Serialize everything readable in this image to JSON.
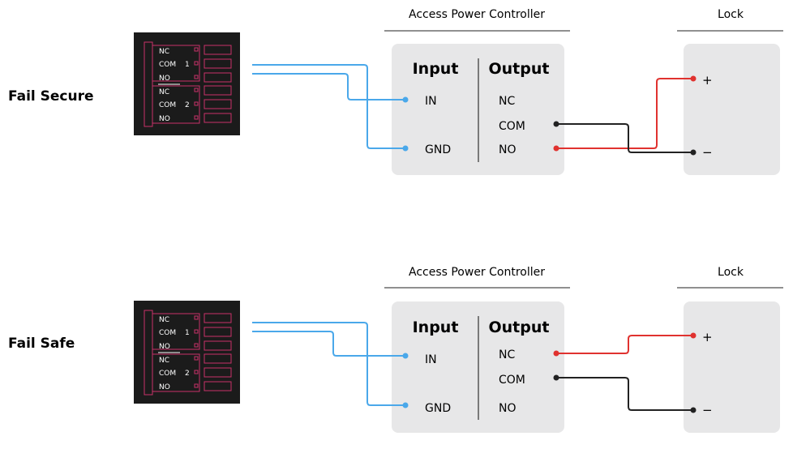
{
  "colors": {
    "blue_wire": "#4aa8ea",
    "red_wire": "#e0322f",
    "black_wire": "#222222",
    "box_fill": "#e7e7e8",
    "relay_bg": "#1b1b1b",
    "relay_pink": "#c8326a"
  },
  "relay_labels": {
    "nc": "NC",
    "com": "COM",
    "no": "NO",
    "group1": "1",
    "group2": "2"
  },
  "diagrams": [
    {
      "mode_label": "Fail Secure",
      "controller_title": "Access Power Controller",
      "lock_title": "Lock",
      "input_header": "Input",
      "output_header": "Output",
      "inputs": [
        "IN",
        "GND"
      ],
      "outputs": [
        "NC",
        "COM",
        "NO"
      ],
      "lock_plus": "+",
      "lock_minus": "−"
    },
    {
      "mode_label": "Fail Safe",
      "controller_title": "Access Power Controller",
      "lock_title": "Lock",
      "input_header": "Input",
      "output_header": "Output",
      "inputs": [
        "IN",
        "GND"
      ],
      "outputs": [
        "NC",
        "COM",
        "NO"
      ],
      "lock_plus": "+",
      "lock_minus": "−"
    }
  ]
}
